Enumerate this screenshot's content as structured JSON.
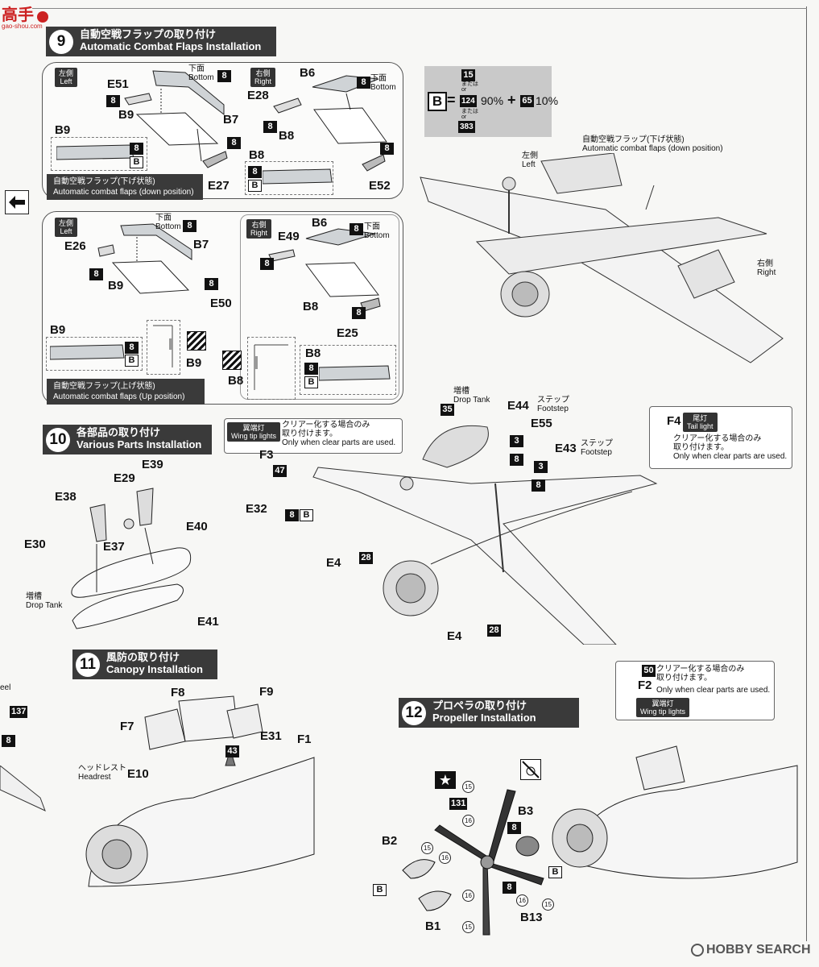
{
  "watermark": {
    "top": "高手",
    "site": "gao-shou.com"
  },
  "steps": [
    {
      "num": "9",
      "jp": "自動空戦フラップの取り付け",
      "en": "Automatic Combat Flaps Installation"
    },
    {
      "num": "10",
      "jp": "各部品の取り付け",
      "en": "Various Parts Installation"
    },
    {
      "num": "11",
      "jp": "風防の取り付け",
      "en": "Canopy Installation"
    },
    {
      "num": "12",
      "jp": "プロペラの取り付け",
      "en": "Propeller Installation"
    }
  ],
  "sides": {
    "left_jp": "左側",
    "left_en": "Left",
    "right_jp": "右側",
    "right_en": "Right"
  },
  "bottom": {
    "jp": "下面",
    "en": "Bottom"
  },
  "captions": {
    "down": {
      "jp": "自動空戦フラップ(下げ状態)",
      "en": "Automatic combat flaps (down position)"
    },
    "up": {
      "jp": "自動空戦フラップ(上げ状態)",
      "en": "Automatic combat flaps (Up position)"
    }
  },
  "flaps_top_left": {
    "E51": "E51",
    "B9": "B9",
    "B7": "B7",
    "E27": "E27",
    "B9b": "B9"
  },
  "flaps_top_right": {
    "B6": "B6",
    "E28": "E28",
    "B8": "B8",
    "E52": "E52",
    "B8b": "B8"
  },
  "flaps_bot_left": {
    "E26": "E26",
    "B7": "B7",
    "B9": "B9",
    "E50": "E50",
    "B9b": "B9",
    "B9c": "B9"
  },
  "flaps_bot_right": {
    "E49": "E49",
    "B6": "B6",
    "B8": "B8",
    "E25": "E25",
    "B8b": "B8",
    "B8c": "B8"
  },
  "color_codes": {
    "c8": "8",
    "cB": "B",
    "c3": "3",
    "c28": "28",
    "c35": "35",
    "c47": "47",
    "c50": "50",
    "c43": "43",
    "c131": "131",
    "c137": "137",
    "c15": "15",
    "c16": "16"
  },
  "mix": {
    "letter": "B",
    "eq": "=",
    "c15": "15",
    "or_jp": "または",
    "or_en": "or",
    "c124": "124",
    "p90": "90%",
    "plus": "+",
    "c65": "65",
    "p10": "10%",
    "c383": "383"
  },
  "aircraft_top": {
    "flap_jp": "自動空戦フラップ(下げ状態)",
    "flap_en": "Automatic combat flaps (down position)"
  },
  "step10": {
    "E39": "E39",
    "E38": "E38",
    "E29": "E29",
    "E30": "E30",
    "E37": "E37",
    "E40": "E40",
    "E41": "E41",
    "tank_jp": "増槽",
    "tank_en": "Drop Tank"
  },
  "aircraft_mid": {
    "tank_jp": "増槽",
    "tank_en": "Drop Tank",
    "E44": "E44",
    "E55": "E55",
    "E43": "E43",
    "step_jp": "ステップ",
    "step_en": "Footstep",
    "F3": "F3",
    "E32": "E32",
    "E4a": "E4",
    "E4b": "E4",
    "F4": "F4",
    "F2": "F2",
    "wing_tip_jp": "翼端灯",
    "wing_tip_en": "Wing tip lights",
    "tail_jp": "尾灯",
    "tail_en": "Tail light",
    "clear_jp1": "クリアー化する場合のみ",
    "clear_jp2": "取り付けます。",
    "clear_en": "Only when clear parts are used."
  },
  "step11": {
    "F8": "F8",
    "F9": "F9",
    "F7": "F7",
    "E31": "E31",
    "F1": "F1",
    "E10": "E10",
    "head_jp": "ヘッドレスト",
    "head_en": "Headrest",
    "edge": "eel"
  },
  "step12": {
    "B3": "B3",
    "B2": "B2",
    "B1": "B1",
    "B13": "B13"
  },
  "footer": {
    "brand": "HOBBY SEARCH"
  }
}
